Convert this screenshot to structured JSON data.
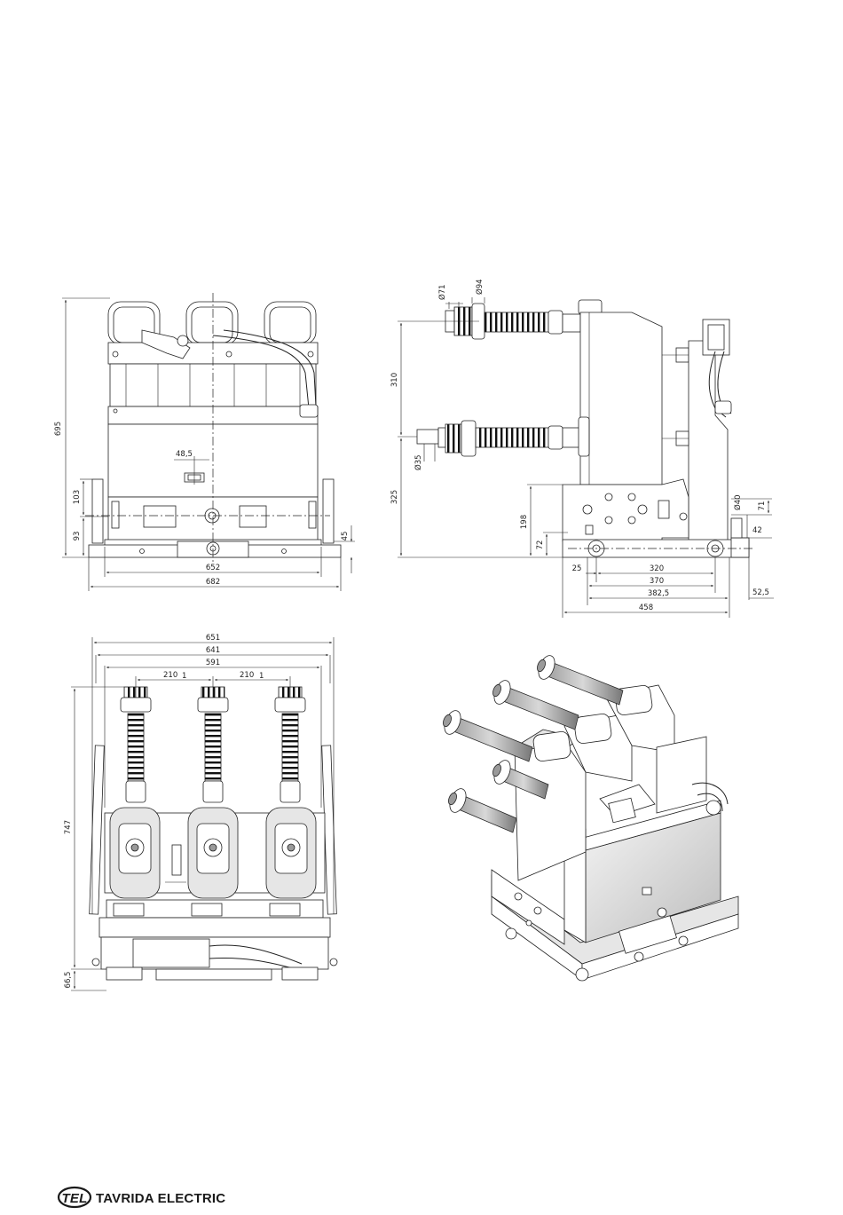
{
  "brand": {
    "name": "TAVRIDA ELECTRIC",
    "logo_text": "TEL"
  },
  "front_view": {
    "dims": {
      "height_total": "695",
      "h_103": "103",
      "h_93": "93",
      "h_45": "45",
      "offset": "48,5",
      "width_inner": "652",
      "width_outer": "682"
    }
  },
  "side_view": {
    "dims": {
      "d71": "Ø71",
      "d94": "Ø94",
      "d35": "Ø35",
      "d40": "Ø40",
      "h310": "310",
      "h325": "325",
      "h198": "198",
      "h72": "72",
      "h71": "71",
      "h42": "42",
      "w25": "25",
      "w320": "320",
      "w370": "370",
      "w382": "382,5",
      "w458": "458",
      "w52": "52,5"
    }
  },
  "top_view": {
    "dims": {
      "w651": "651",
      "w641": "641",
      "w591": "591",
      "pitch_left": "210",
      "pitch_right": "210",
      "tol_left": "1",
      "tol_right": "1",
      "h747": "747",
      "h66": "66,5"
    }
  },
  "isometric": {
    "icons": [
      "vacuum-circuit-breaker-isometric"
    ]
  }
}
